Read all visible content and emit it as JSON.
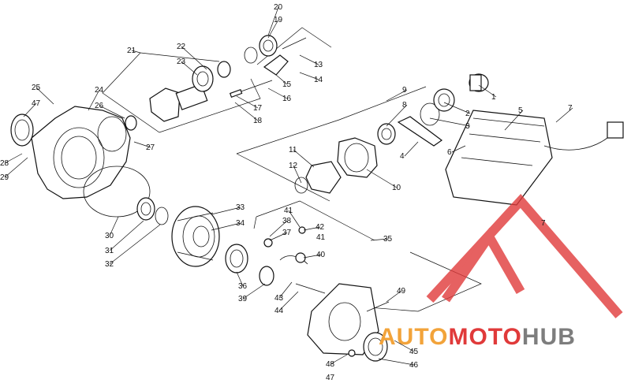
{
  "diagram": {
    "callouts": [
      "1",
      "2",
      "3",
      "4",
      "5",
      "6",
      "7",
      "8",
      "9",
      "10",
      "11",
      "12",
      "13",
      "14",
      "15",
      "16",
      "17",
      "18",
      "19",
      "20",
      "21",
      "22",
      "23",
      "24",
      "25",
      "26",
      "27",
      "28",
      "29",
      "30",
      "31",
      "32",
      "33",
      "34",
      "35",
      "36",
      "37",
      "38",
      "39",
      "40",
      "41",
      "42",
      "43",
      "44",
      "45",
      "46",
      "47",
      "48",
      "49"
    ]
  },
  "watermark": {
    "text_left": "AUTO",
    "text_mid": "MOTO",
    "text_right": "HUB",
    "colors": {
      "red": "#e03a3a",
      "orange": "#f2a33a",
      "gray": "#7d7d7d"
    }
  }
}
